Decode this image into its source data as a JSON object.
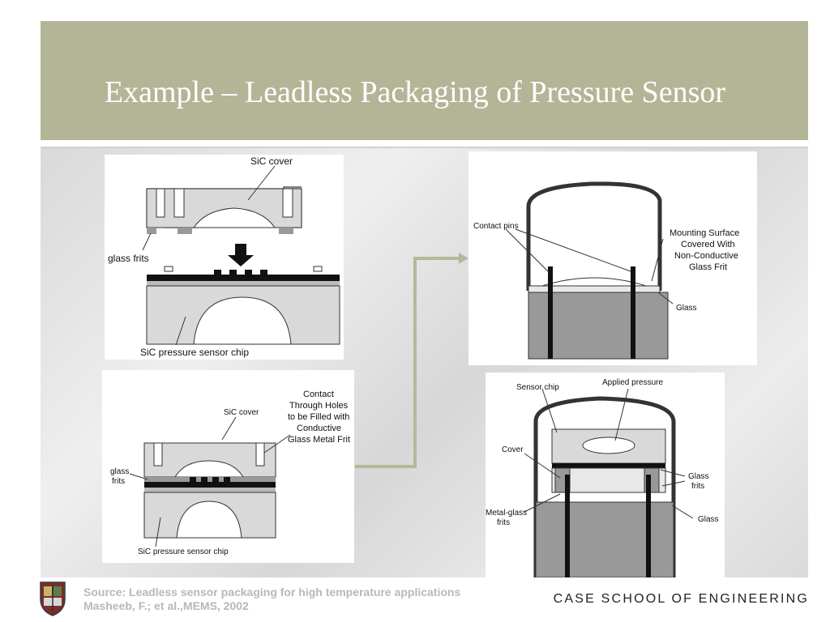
{
  "slide": {
    "title": "Example – Leadless Packaging of Pressure Sensor"
  },
  "figure_top_left": {
    "sic_cover": "SiC cover",
    "glass_frits": "glass frits",
    "chip": "SiC pressure sensor chip"
  },
  "figure_bottom_left": {
    "sic_cover": "SiC cover",
    "contact_line1": "Contact",
    "contact_line2": "Through Holes",
    "contact_line3": "to be Filled with",
    "contact_line4": "Conductive",
    "contact_line5": "Glass Metal Frit",
    "glass_line1": "glass",
    "glass_line2": "frits",
    "chip": "SiC pressure sensor chip"
  },
  "figure_top_right": {
    "contact_pins": "Contact pins",
    "mount_line1": "Mounting Surface",
    "mount_line2": "Covered With",
    "mount_line3": "Non-Conductive",
    "mount_line4": "Glass Frit",
    "glass": "Glass"
  },
  "figure_bottom_right": {
    "sensor_chip": "Sensor chip",
    "applied_pressure": "Applied pressure",
    "cover": "Cover",
    "glass_frits_line1": "Glass",
    "glass_frits_line2": "frits",
    "metal_line1": "Metal-glass",
    "metal_line2": "frits",
    "glass": "Glass"
  },
  "footer": {
    "source_line1": "Source: Leadless sensor packaging for high temperature applications",
    "source_line2": "Masheeb, F.; et al.,MEMS, 2002",
    "school": "CASE SCHOOL OF ENGINEERING"
  },
  "colors": {
    "title_band": "#b3b596",
    "arrow": "#b5b99a"
  }
}
